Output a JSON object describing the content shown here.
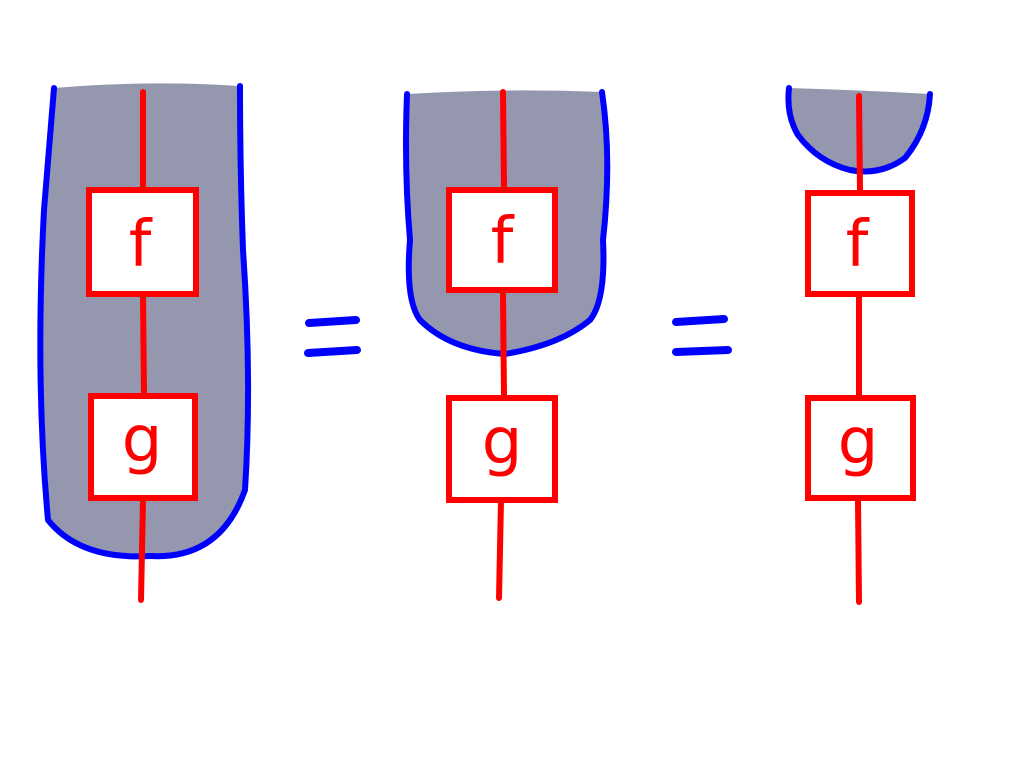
{
  "colors": {
    "background": "#ffffff",
    "region_fill": "#9497ad",
    "region_border": "#0000ff",
    "wire": "#ff0000",
    "box_fill": "#ffffff",
    "equals": "#0000ff"
  },
  "diagrams": [
    {
      "id": "left",
      "region": "full",
      "boxes": [
        {
          "label": "f"
        },
        {
          "label": "g"
        }
      ]
    },
    {
      "id": "middle",
      "region": "upper",
      "boxes": [
        {
          "label": "f"
        },
        {
          "label": "g"
        }
      ]
    },
    {
      "id": "right",
      "region": "cap",
      "boxes": [
        {
          "label": "f"
        },
        {
          "label": "g"
        }
      ]
    }
  ],
  "equals_signs": 2
}
